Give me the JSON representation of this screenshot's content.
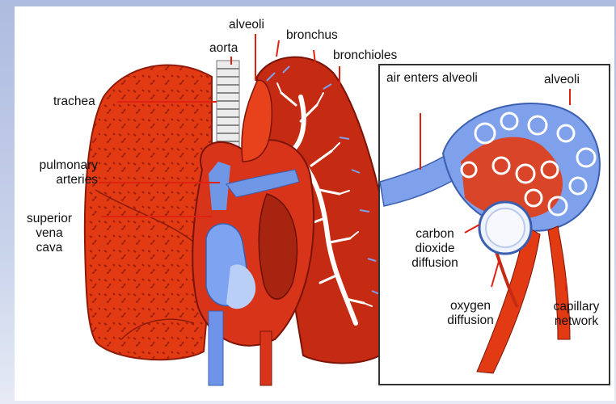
{
  "labels": {
    "alveoli_top": "alveoli",
    "aorta": "aorta",
    "bronchus": "bronchus",
    "bronchioles": "bronchioles",
    "trachea": "trachea",
    "pulmonary_arteries": [
      "pulmonary",
      "arteries"
    ],
    "superior_vena_cava": [
      "superior",
      "vena",
      "cava"
    ],
    "air_enters_alveoli": "air enters alveoli",
    "alveoli_inset": "alveoli",
    "carbon_dioxide_diffusion": [
      "carbon",
      "dioxide",
      "diffusion"
    ],
    "oxygen_diffusion": [
      "oxygen",
      "diffusion"
    ],
    "capillary_network": [
      "capillary",
      "network"
    ]
  },
  "colors": {
    "oxygenated_red": "#e23b14",
    "deoxygenated_blue": "#6f93e8",
    "lung_dark_red": "#b8240e",
    "white": "#ffffff"
  }
}
